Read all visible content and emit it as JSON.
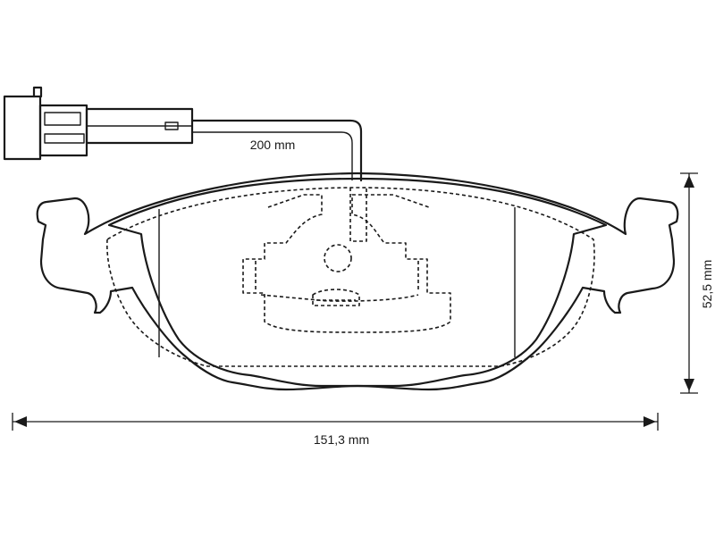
{
  "labels": {
    "wire_length": "200 mm",
    "width": "151,3 mm",
    "height": "52,5 mm"
  }
}
